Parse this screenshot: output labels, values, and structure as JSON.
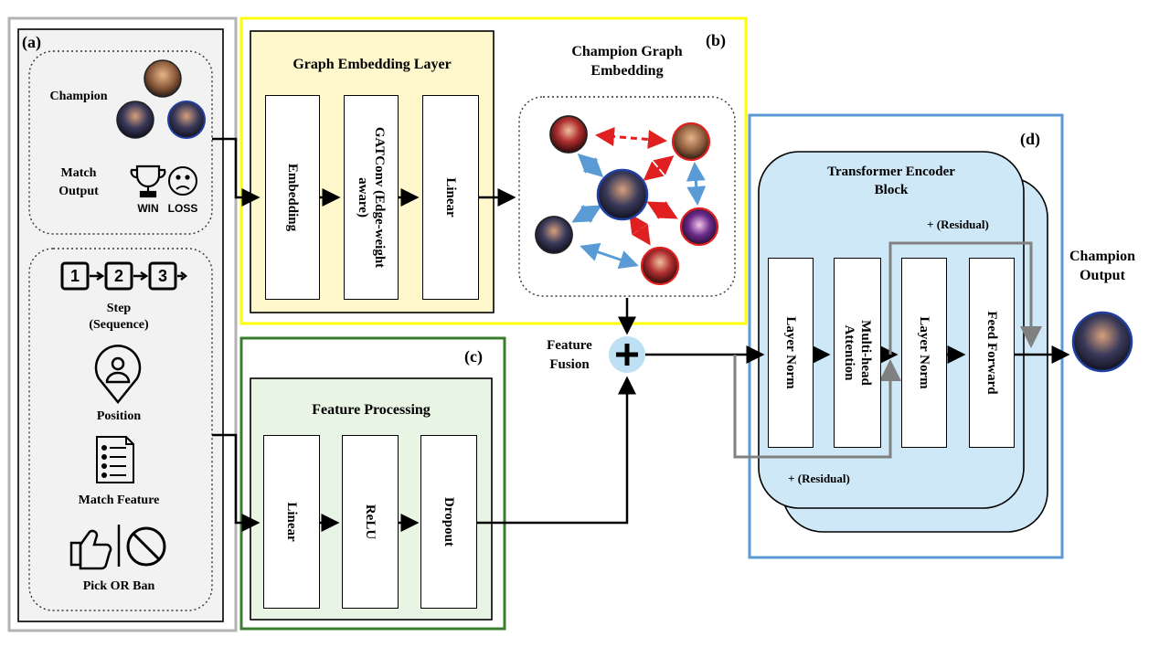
{
  "panels": {
    "a_label": "(a)",
    "b_label": "(b)",
    "c_label": "(c)",
    "d_label": "(d)"
  },
  "inputs": {
    "champion": "Champion",
    "match_output": "Match Output",
    "win": "WIN",
    "loss": "LOSS",
    "step": "Step",
    "step_sub": "(Sequence)",
    "step_numbers": [
      "1",
      "2",
      "3"
    ],
    "position": "Position",
    "match_feature": "Match Feature",
    "pick_or_ban": "Pick OR Ban"
  },
  "graph_embedding": {
    "title": "Graph Embedding Layer",
    "blocks": [
      "Embedding",
      "GATConv (Edge-weight aware)",
      "Linear"
    ],
    "output_title": "Champion Graph Embedding"
  },
  "feature_processing": {
    "title": "Feature Processing",
    "blocks": [
      "Linear",
      "ReLU",
      "Dropout"
    ]
  },
  "fusion": {
    "label": "Feature Fusion",
    "symbol": "+"
  },
  "transformer": {
    "title": "Transformer Encoder Block",
    "blocks": [
      "Layer Norm",
      "Multi-head Attention",
      "Layer Norm",
      "Feed Forward"
    ],
    "residual_top": "+ (Residual)",
    "residual_bottom": "+ (Residual)"
  },
  "output": {
    "label": "Champion Output"
  },
  "colors": {
    "panel_a_border": "#b3b3b3",
    "panel_b_border": "#ffff00",
    "panel_c_border": "#3a7d2c",
    "panel_d_border": "#5b9bd5",
    "graph_layer_fill": "#fff8cc",
    "feature_layer_fill": "#e8f5e4",
    "transformer_fill": "#cfe8f7",
    "fusion_fill": "#bde0f5",
    "edge_red": "#e02020",
    "edge_blue": "#5b9bd5",
    "residual_gray": "#808080"
  }
}
